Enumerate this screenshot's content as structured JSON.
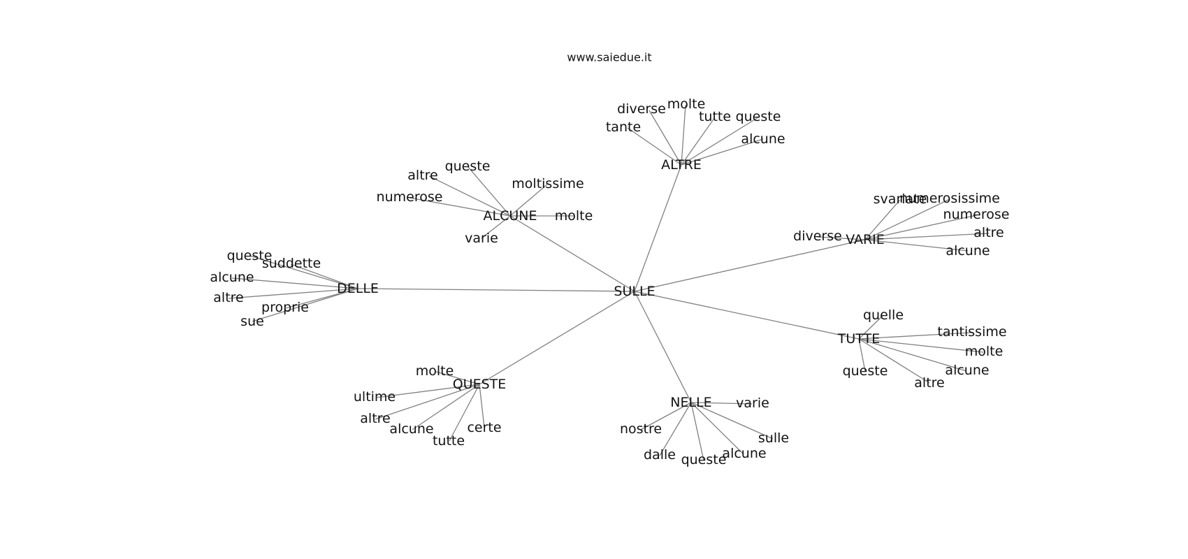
{
  "title": "www.saiedue.it",
  "center": "SULLE",
  "groups": [
    {
      "id": "ALTRE",
      "label": "ALTRE",
      "leaves": [
        "diverse",
        "molte",
        "tutte",
        "queste",
        "tante",
        "alcune"
      ]
    },
    {
      "id": "ALCUNE",
      "label": "ALCUNE",
      "leaves": [
        "altre",
        "queste",
        "moltissime",
        "numerose",
        "molte",
        "varie"
      ]
    },
    {
      "id": "VARIE",
      "label": "VARIE",
      "leaves": [
        "svariate",
        "numerosissime",
        "numerose",
        "diverse",
        "altre",
        "alcune"
      ]
    },
    {
      "id": "DELLE",
      "label": "DELLE",
      "leaves": [
        "queste",
        "suddette",
        "alcune",
        "altre",
        "proprie",
        "sue"
      ]
    },
    {
      "id": "TUTTE",
      "label": "TUTTE",
      "leaves": [
        "quelle",
        "tantissime",
        "molte",
        "alcune",
        "queste",
        "altre"
      ]
    },
    {
      "id": "QUESTE",
      "label": "QUESTE",
      "leaves": [
        "molte",
        "ultime",
        "altre",
        "alcune",
        "tutte",
        "certe"
      ]
    },
    {
      "id": "NELLE",
      "label": "NELLE",
      "leaves": [
        "varie",
        "nostre",
        "sulle",
        "dalle",
        "queste",
        "alcune"
      ]
    }
  ]
}
